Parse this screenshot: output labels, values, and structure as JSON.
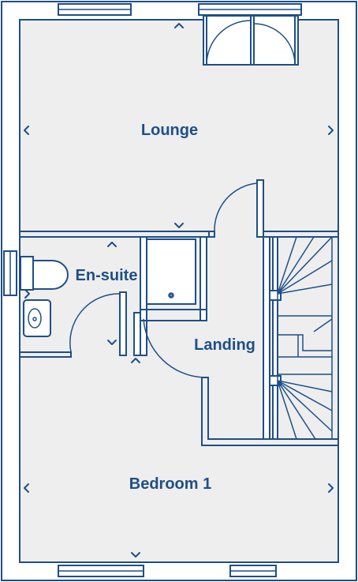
{
  "rooms": {
    "lounge": "Lounge",
    "en_suite": "En-suite",
    "landing": "Landing",
    "bedroom_1": "Bedroom 1"
  },
  "colors": {
    "wall": "#1e4f86",
    "floor": "#eeeeef",
    "background": "#ffffff"
  }
}
